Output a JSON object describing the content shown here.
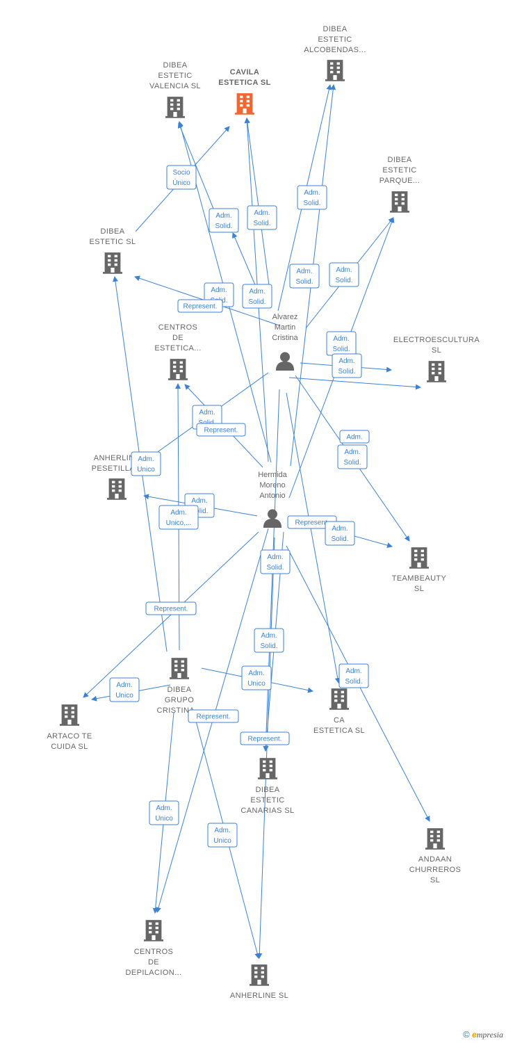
{
  "colors": {
    "edge": "#3b82d6",
    "company": "#666666",
    "focus_company": "#f4662f",
    "person": "#666666"
  },
  "companies": [
    {
      "id": "alcobendas",
      "icon": "building-icon",
      "lines": [
        "DIBEA",
        "ESTETIC",
        "ALCOBENDAS..."
      ]
    },
    {
      "id": "valencia",
      "icon": "building-icon",
      "lines": [
        "DIBEA",
        "ESTETIC",
        "VALENCIA  SL"
      ]
    },
    {
      "id": "cavila",
      "icon": "building-icon",
      "focus": true,
      "lines": [
        "CAVILA",
        "ESTETICA  SL"
      ]
    },
    {
      "id": "parque",
      "icon": "building-icon",
      "lines": [
        "DIBEA",
        "ESTETIC",
        "PARQUE..."
      ]
    },
    {
      "id": "dibeasl",
      "icon": "building-icon",
      "lines": [
        "DIBEA",
        "ESTETIC SL"
      ]
    },
    {
      "id": "electro",
      "icon": "building-icon",
      "lines": [
        "ELECTROESCULTURA",
        "SL"
      ]
    },
    {
      "id": "centrosest",
      "icon": "building-icon",
      "lines": [
        "CENTROS",
        "DE",
        "ESTETICA..."
      ]
    },
    {
      "id": "pesetilla",
      "icon": "building-icon",
      "lines": [
        "ANHERLINE",
        "PESETILLA..."
      ]
    },
    {
      "id": "teambeauty",
      "icon": "building-icon",
      "lines": [
        "TEAMBEAUTY",
        "SL"
      ]
    },
    {
      "id": "grupo",
      "icon": "building-icon",
      "lines": [
        "DIBEA",
        "GRUPO",
        "CRISTINA..."
      ]
    },
    {
      "id": "ca",
      "icon": "building-icon",
      "lines": [
        "CA",
        "ESTETICA  SL"
      ]
    },
    {
      "id": "artaco",
      "icon": "building-icon",
      "lines": [
        "ARTACO TE",
        "CUIDA  SL"
      ]
    },
    {
      "id": "canarias",
      "icon": "building-icon",
      "lines": [
        "DIBEA",
        "ESTETIC",
        "CANARIAS  SL"
      ]
    },
    {
      "id": "andaan",
      "icon": "building-icon",
      "lines": [
        "ANDAAN",
        "CHURREROS",
        "SL"
      ]
    },
    {
      "id": "depilacion",
      "icon": "building-icon",
      "lines": [
        "CENTROS",
        "DE",
        "DEPILACION..."
      ]
    },
    {
      "id": "anherline",
      "icon": "building-icon",
      "lines": [
        "ANHERLINE SL"
      ]
    }
  ],
  "people": [
    {
      "id": "alvarez",
      "icon": "person-icon",
      "lines": [
        "Alvarez",
        "Martin",
        "Cristina"
      ]
    },
    {
      "id": "hermida",
      "icon": "person-icon",
      "lines": [
        "Hermida",
        "Moreno",
        "Antonio"
      ]
    }
  ],
  "edge_labels": [
    {
      "id": "e1",
      "lines": [
        "Socio",
        "Único"
      ]
    },
    {
      "id": "e2",
      "lines": [
        "Adm.",
        "Solid."
      ]
    },
    {
      "id": "e3",
      "lines": [
        "Adm.",
        "Solid."
      ]
    },
    {
      "id": "e4",
      "lines": [
        "Adm.",
        "Solid."
      ]
    },
    {
      "id": "e5",
      "lines": [
        "Adm.",
        "Solid."
      ]
    },
    {
      "id": "e6",
      "lines": [
        "Adm.",
        "Solid."
      ]
    },
    {
      "id": "e7",
      "lines": [
        "Adm.",
        "Solid."
      ]
    },
    {
      "id": "e8",
      "lines": [
        "Represent."
      ]
    },
    {
      "id": "e9",
      "lines": [
        "Adm.",
        "Solid."
      ]
    },
    {
      "id": "e10",
      "lines": [
        "Adm.",
        "Solid."
      ]
    },
    {
      "id": "e11",
      "lines": [
        "Adm.",
        "Solid."
      ]
    },
    {
      "id": "e12",
      "lines": [
        "Adm.",
        "Solid."
      ]
    },
    {
      "id": "e13",
      "lines": [
        "Represent."
      ]
    },
    {
      "id": "e14",
      "lines": [
        "Adm.",
        "Unico"
      ]
    },
    {
      "id": "e15",
      "lines": [
        "Adm."
      ]
    },
    {
      "id": "e16",
      "lines": [
        "Adm.",
        "Solid."
      ]
    },
    {
      "id": "e17",
      "lines": [
        "Adm.",
        "Solid."
      ]
    },
    {
      "id": "e18",
      "lines": [
        "Adm.",
        "Unico,..."
      ]
    },
    {
      "id": "e19",
      "lines": [
        "Represent."
      ]
    },
    {
      "id": "e20",
      "lines": [
        "Adm.",
        "Solid."
      ]
    },
    {
      "id": "e21",
      "lines": [
        "Adm.",
        "Solid."
      ]
    },
    {
      "id": "e22",
      "lines": [
        "Represent."
      ]
    },
    {
      "id": "e23",
      "lines": [
        "Adm.",
        "Solid."
      ]
    },
    {
      "id": "e24",
      "lines": [
        "Adm.",
        "Unico"
      ]
    },
    {
      "id": "e25",
      "lines": [
        "Adm.",
        "Unico"
      ]
    },
    {
      "id": "e26",
      "lines": [
        "Adm.",
        "Solid."
      ]
    },
    {
      "id": "e27",
      "lines": [
        "Represent."
      ]
    },
    {
      "id": "e28",
      "lines": [
        "Represent."
      ]
    },
    {
      "id": "e29",
      "lines": [
        "Adm.",
        "Unico"
      ]
    },
    {
      "id": "e30",
      "lines": [
        "Adm.",
        "Unico"
      ]
    }
  ],
  "footer": {
    "copyright": "©",
    "brand_initial": "e",
    "brand_rest": "mpresia"
  }
}
